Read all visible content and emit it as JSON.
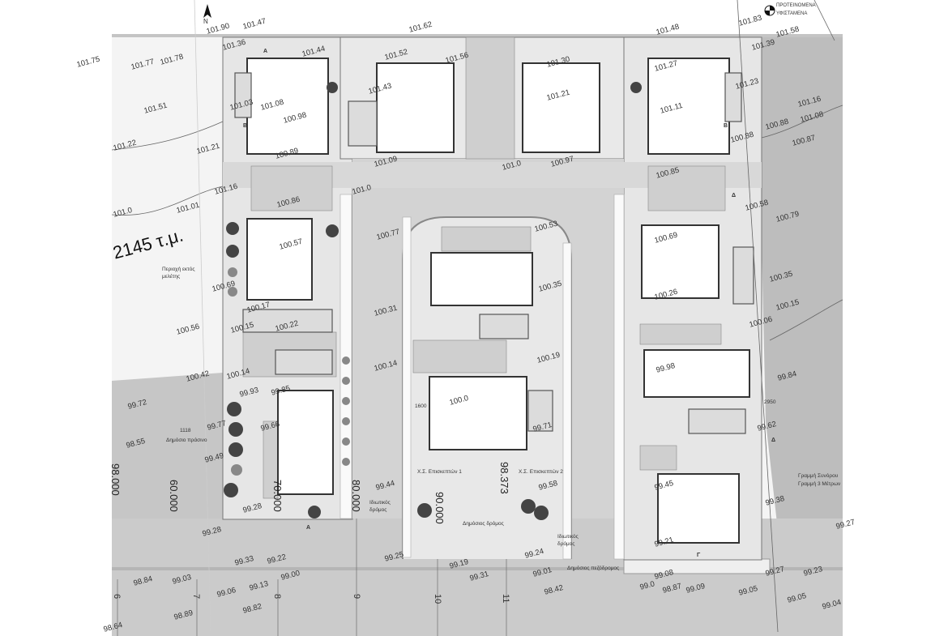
{
  "north_label": "N",
  "legend": {
    "proposed": "ΠΡΟΤΕΙΝΟΜΕΝΑ",
    "existing": "ΥΦΙΣΤΑΜΕΝΑ"
  },
  "area_label": "2145 τ.μ.",
  "notes": {
    "outside_study": "Περιοχή εκτός μελέτης",
    "parcel_number": "1118",
    "public_green": "Δημόσιο πράσινο",
    "private_road_1": "Ιδιωτικός δρόμος",
    "private_road_2": "Ιδιωτικός δρόμος",
    "public_road": "Δημόσιος δρόμος",
    "public_footpath": "Δημόσιος πεζόδρομος",
    "visitor_parking_1": "Χ.Σ. Επισκεπτών 1",
    "visitor_parking_2": "Χ.Σ. Επισκεπτών 2",
    "boundary_line": "Γραμμή Συνόρου",
    "three_meter_line": "Γραμμή 3 Μέτρων",
    "dim_1600": "1600",
    "dim_2950": "2950"
  },
  "section_marks": [
    "A",
    "A",
    "B",
    "B",
    "Γ",
    "Δ",
    "Δ"
  ],
  "grid_labels": [
    "6",
    "7",
    "8",
    "9",
    "10",
    "11"
  ],
  "dimension_labels": [
    "98.000",
    "60.000",
    "70.000",
    "80.000",
    "90.000",
    "98.373"
  ],
  "elevations": [
    "101.75",
    "101.77",
    "101.78",
    "101.90",
    "101.47",
    "101.36",
    "101.62",
    "101.48",
    "101.83",
    "101.58",
    "101.39",
    "101.44",
    "101.52",
    "101.56",
    "101.30",
    "101.27",
    "101.51",
    "101.03",
    "101.08",
    "100.98",
    "101.43",
    "101.21",
    "101.11",
    "101.23",
    "101.16",
    "101.08",
    "100.88",
    "100.87",
    "100.88",
    "101.22",
    "101.21",
    "100.89",
    "101.09",
    "101.0",
    "100.97",
    "100.85",
    "101.0",
    "101.16",
    "100.86",
    "101.01",
    "101.0",
    "100.58",
    "100.79",
    "100.53",
    "100.77",
    "100.57",
    "100.69",
    "100.69",
    "100.35",
    "100.35",
    "100.26",
    "100.31",
    "100.17",
    "100.15",
    "100.22",
    "100.56",
    "100.15",
    "100.06",
    "100.19",
    "99.84",
    "100.14",
    "100.42",
    "100.14",
    "99.93",
    "99.85",
    "99.98",
    "100.0",
    "99.72",
    "99.77",
    "99.66",
    "99.71",
    "99.62",
    "99.49",
    "98.55",
    "99.44",
    "99.58",
    "99.45",
    "99.38",
    "99.28",
    "99.28",
    "99.27",
    "99.21",
    "99.24",
    "99.25",
    "99.33",
    "99.19",
    "99.22",
    "99.31",
    "98.84",
    "99.03",
    "99.06",
    "99.13",
    "99.00",
    "99.01",
    "98.42",
    "99.08",
    "99.27",
    "99.23",
    "99.0",
    "98.87",
    "99.09",
    "99.05",
    "99.05",
    "99.04",
    "98.82",
    "98.89",
    "98.64"
  ]
}
